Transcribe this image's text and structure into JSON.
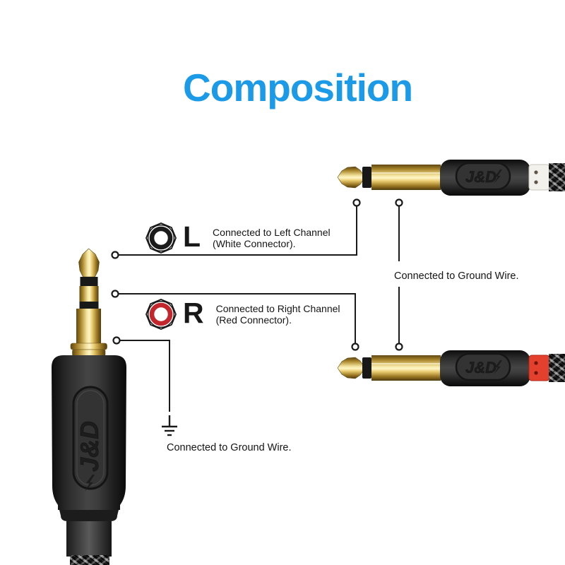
{
  "title": {
    "text": "Composition"
  },
  "labels": {
    "left": {
      "letter": "L",
      "line1": "Connected to Left Channel",
      "line2": "(White Connector)."
    },
    "right": {
      "letter": "R",
      "line1": "Connected to Right Channel",
      "line2": "(Red Connector)."
    },
    "ground_right": "Connected to Ground Wire.",
    "ground_bottom": "Connected to Ground Wire."
  },
  "connectors": {
    "brand": "J&D"
  },
  "colors": {
    "title_blue": "#1b9ae8",
    "left_ring_icon": "#1b1b1b",
    "right_ring_icon": "#c2272d",
    "white_connector": "#f3f1ec",
    "red_connector": "#e4402e"
  }
}
